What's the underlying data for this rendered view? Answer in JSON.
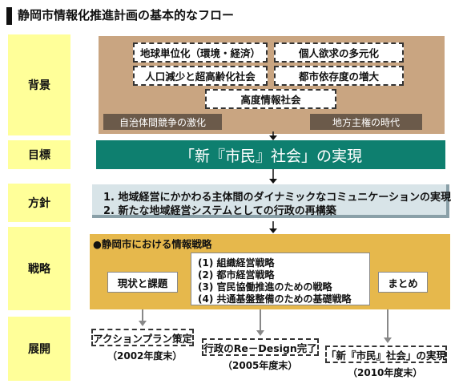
{
  "title": "静岡市情報化推進計画の基本的なフロー",
  "stages": [
    "背景",
    "目標",
    "方針",
    "戦略",
    "展開"
  ],
  "background": {
    "items": [
      "地球単位化（環境・経済）",
      "個人欲求の多元化",
      "人口減少と超高齢化社会",
      "都市依存度の増大",
      "高度情報社会"
    ],
    "tags": [
      "自治体間競争の激化",
      "地方主権の時代"
    ]
  },
  "goal": "「新『市民』社会」の実現",
  "policy": [
    "1. 地域経営にかかわる主体間のダイナミックなコミュニケーションの実現",
    "2. 新たな地域経営システムとしての行政の再構築"
  ],
  "strategy": {
    "title": "●静岡市における情報戦略",
    "left": "現状と課題",
    "right": "まとめ",
    "items": [
      "(1) 組織経営戦略",
      "(2) 都市経営戦略",
      "(3) 官民協働推進のための戦略",
      "(4) 共通基盤整備のための基礎戦略"
    ]
  },
  "development": [
    {
      "label": "アクションプラン策定",
      "date": "（2002年度末）"
    },
    {
      "label": "行政のRe－Design完了",
      "date": "（2005年度末）"
    },
    {
      "label": "「新『市民』社会」の実現",
      "date": "（2010年度末）"
    }
  ],
  "colors": {
    "stage_bg": "#ffff99",
    "background_box": "#c9a581",
    "goal_bg": "#0e7f6f",
    "policy_bg": "#d8e4e8",
    "strategy_bg": "#e6b84c"
  }
}
